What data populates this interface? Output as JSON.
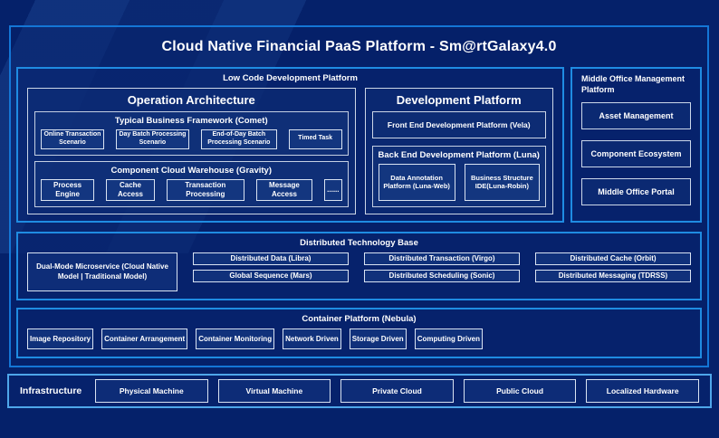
{
  "title": "Cloud Native Financial PaaS Platform - Sm@rtGalaxy4.0",
  "colors": {
    "page_background": "#05216a",
    "outer_border": "#1476d6",
    "accent_blue_border": "#1f8ce2",
    "light_border": "#d9e3f2",
    "infrastructure_border": "#4ea6ea",
    "text": "#ffffff"
  },
  "low_code": {
    "title": "Low Code Development Platform",
    "operation_architecture": {
      "title": "Operation Architecture",
      "comet": {
        "title": "Typical Business Framework (Comet)",
        "items": [
          "Online Transaction Scenario",
          "Day Batch Processing Scenario",
          "End-of-Day Batch Processing Scenario",
          "Timed Task"
        ]
      },
      "gravity": {
        "title": "Component Cloud Warehouse (Gravity)",
        "items": [
          "Process Engine",
          "Cache Access",
          "Transaction Processing",
          "Message Access",
          "......"
        ]
      }
    },
    "development_platform": {
      "title": "Development Platform",
      "front_end": "Front End Development Platform (Vela)",
      "back_end": {
        "title": "Back End Development Platform (Luna)",
        "items": [
          "Data Annotation Platform (Luna-Web)",
          "Business Structure IDE(Luna-Robin)"
        ]
      }
    }
  },
  "middle_office": {
    "title": "Middle Office Management Platform",
    "items": [
      "Asset Management",
      "Component Ecosystem",
      "Middle Office Portal"
    ]
  },
  "distributed": {
    "title": "Distributed Technology Base",
    "dual_mode": "Dual-Mode Microservice (Cloud Native Model | Traditional Model)",
    "columns": [
      [
        "Distributed Data (Libra)",
        "Global Sequence (Mars)"
      ],
      [
        "Distributed Transaction (Virgo)",
        "Distributed Scheduling (Sonic)"
      ],
      [
        "Distributed Cache (Orbit)",
        "Distributed Messaging (TDRSS)"
      ]
    ]
  },
  "container_platform": {
    "title": "Container Platform (Nebula)",
    "items": [
      "Image Repository",
      "Container Arrangement",
      "Container Monitoring",
      "Network Driven",
      "Storage Driven",
      "Computing Driven"
    ]
  },
  "infrastructure": {
    "label": "Infrastructure",
    "items": [
      "Physical Machine",
      "Virtual Machine",
      "Private Cloud",
      "Public Cloud",
      "Localized Hardware"
    ]
  }
}
